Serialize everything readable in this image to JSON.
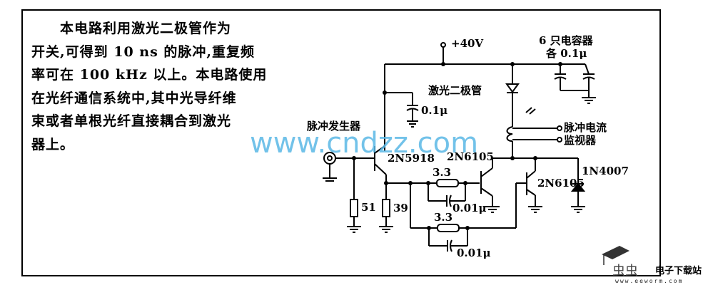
{
  "description": {
    "lines": [
      "　　本电路利用激光二极管作为",
      "开关,可得到 10 ns 的脉冲,重复频",
      "率可在 100 kHz 以上。本电路使用",
      "在光纤通信系统中,其中光导纤维",
      "束或者单根光纤直接耦合到激光",
      "器上。"
    ]
  },
  "circuit": {
    "supply": "+40V",
    "caps_note_1": "6 只电容器",
    "caps_note_2": "各 0.1μ",
    "laser_diode": "激光二极管",
    "bypass_cap": "0.1μ",
    "pulse_generator": "脉冲发生器",
    "monitor_1": "脉冲电流",
    "monitor_2": "监视器",
    "q1": "2N5918",
    "q2": "2N6105",
    "q3": "2N6105",
    "diode": "1N4007",
    "r1": "51",
    "r2": "39",
    "r3": "3.3",
    "c3": "0.01μ",
    "r4": "3.3",
    "c4": "0.01μ"
  },
  "watermark": "www.cndzz.com",
  "logo": {
    "title": "电子下载站",
    "url": "www.eeworm.com"
  }
}
